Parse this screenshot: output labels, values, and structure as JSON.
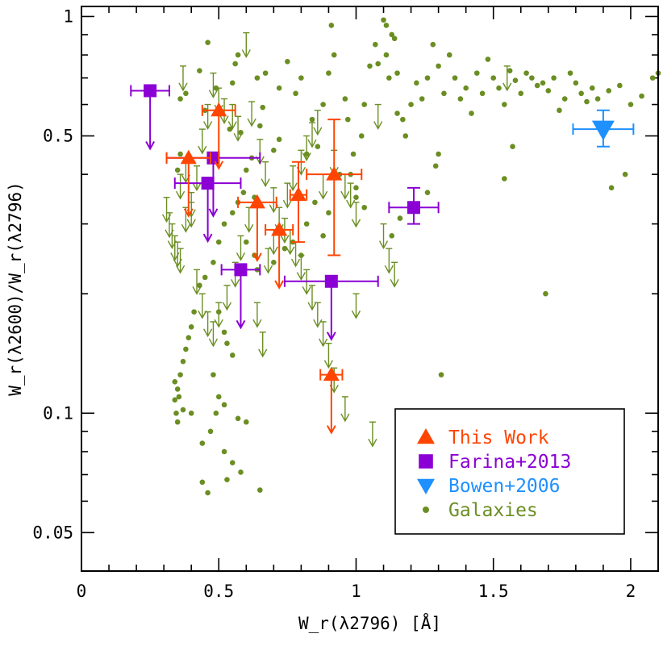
{
  "chart_data": {
    "type": "scatter",
    "xlabel": "W_r(λ2796) [Å]",
    "ylabel": "W_r(λ2600)/W_r(λ2796)",
    "x_axis": {
      "range": [
        0,
        2.1
      ],
      "ticks": [
        0,
        0.5,
        1,
        1.5,
        2
      ],
      "tick_labels": [
        "0",
        "0.5",
        "1",
        "1.5",
        "2"
      ],
      "minor_step": 0.1
    },
    "y_axis": {
      "scale": "log",
      "range": [
        0.04,
        1.06
      ],
      "ticks": [
        0.05,
        0.1,
        0.5,
        1
      ],
      "tick_labels": [
        "0.05",
        "0.1",
        "0.5",
        "1"
      ]
    },
    "legend": {
      "position": "bottom-right",
      "entries": [
        {
          "label": "This Work",
          "marker": "triangle-up",
          "color": "#ff4500"
        },
        {
          "label": "Farina+2013",
          "marker": "square",
          "color": "#8b00d4"
        },
        {
          "label": "Bowen+2006",
          "marker": "triangle-down",
          "color": "#1e90ff"
        },
        {
          "label": "Galaxies",
          "marker": "dot",
          "color": "#6b8e23"
        }
      ]
    },
    "series": [
      {
        "name": "This Work",
        "color": "#ff4500",
        "marker": "triangle-up",
        "points": [
          {
            "x": 0.5,
            "y": 0.58,
            "xerr": 0.06,
            "upper_limit": true
          },
          {
            "x": 0.39,
            "y": 0.44,
            "xerr": 0.08,
            "upper_limit": true
          },
          {
            "x": 0.64,
            "y": 0.34,
            "xerr": 0.07,
            "upper_limit": true
          },
          {
            "x": 0.72,
            "y": 0.29,
            "xerr": 0.05,
            "upper_limit": true
          },
          {
            "x": 0.79,
            "y": 0.355,
            "xerr": 0.03,
            "yerr": [
              0.27,
              0.43
            ]
          },
          {
            "x": 0.92,
            "y": 0.4,
            "xerr": 0.1,
            "yerr": [
              0.25,
              0.55
            ]
          },
          {
            "x": 0.91,
            "y": 0.125,
            "xerr": 0.04,
            "upper_limit": true
          }
        ]
      },
      {
        "name": "Farina+2013",
        "color": "#8b00d4",
        "marker": "square",
        "points": [
          {
            "x": 0.25,
            "y": 0.65,
            "xerr": 0.07,
            "upper_limit": true
          },
          {
            "x": 0.48,
            "y": 0.44,
            "xerr": 0.17,
            "upper_limit": true
          },
          {
            "x": 0.46,
            "y": 0.38,
            "xerr": 0.12,
            "upper_limit": true
          },
          {
            "x": 0.58,
            "y": 0.23,
            "xerr": 0.07,
            "upper_limit": true
          },
          {
            "x": 0.91,
            "y": 0.215,
            "xerr": 0.17,
            "upper_limit": true
          },
          {
            "x": 1.21,
            "y": 0.33,
            "xerr": 0.09,
            "yerr": [
              0.3,
              0.37
            ]
          }
        ]
      },
      {
        "name": "Bowen+2006",
        "color": "#1e90ff",
        "marker": "triangle-down",
        "points": [
          {
            "x": 1.9,
            "y": 0.52,
            "xerr": 0.11,
            "yerr": [
              0.47,
              0.58
            ]
          }
        ]
      },
      {
        "name": "Galaxies",
        "color": "#6b8e23",
        "marker": "dot",
        "points": [
          [
            0.35,
            0.41
          ],
          [
            0.36,
            0.45
          ],
          [
            0.36,
            0.62
          ],
          [
            0.38,
            0.64
          ],
          [
            0.43,
            0.73
          ],
          [
            0.46,
            0.86
          ],
          [
            0.45,
            0.58
          ],
          [
            0.49,
            0.66
          ],
          [
            0.54,
            0.52
          ],
          [
            0.55,
            0.68
          ],
          [
            0.56,
            0.76
          ],
          [
            0.57,
            0.8
          ],
          [
            0.58,
            0.51
          ],
          [
            0.6,
            0.41
          ],
          [
            0.62,
            0.44
          ],
          [
            0.63,
            0.35
          ],
          [
            0.65,
            0.53
          ],
          [
            0.66,
            0.59
          ],
          [
            0.7,
            0.46
          ],
          [
            0.72,
            0.49
          ],
          [
            0.75,
            0.77
          ],
          [
            0.78,
            0.64
          ],
          [
            0.8,
            0.7
          ],
          [
            0.82,
            0.45
          ],
          [
            0.84,
            0.55
          ],
          [
            0.86,
            0.47
          ],
          [
            0.88,
            0.6
          ],
          [
            0.9,
            0.72
          ],
          [
            0.92,
            0.8
          ],
          [
            0.91,
            0.95
          ],
          [
            0.94,
            0.4
          ],
          [
            0.96,
            0.62
          ],
          [
            0.97,
            0.55
          ],
          [
            0.99,
            0.45
          ],
          [
            1.0,
            0.37
          ],
          [
            1.02,
            0.5
          ],
          [
            1.03,
            0.6
          ],
          [
            1.05,
            0.75
          ],
          [
            1.07,
            0.85
          ],
          [
            1.08,
            0.76
          ],
          [
            1.1,
            0.98
          ],
          [
            1.11,
            0.8
          ],
          [
            1.12,
            0.7
          ],
          [
            1.13,
            0.9
          ],
          [
            1.15,
            0.72
          ],
          [
            1.17,
            0.55
          ],
          [
            1.18,
            0.5
          ],
          [
            1.2,
            0.6
          ],
          [
            1.22,
            0.68
          ],
          [
            1.24,
            0.62
          ],
          [
            1.26,
            0.7
          ],
          [
            1.28,
            0.85
          ],
          [
            1.3,
            0.75
          ],
          [
            1.32,
            0.64
          ],
          [
            1.34,
            0.8
          ],
          [
            1.36,
            0.7
          ],
          [
            1.38,
            0.62
          ],
          [
            1.4,
            0.66
          ],
          [
            1.42,
            0.57
          ],
          [
            1.44,
            0.72
          ],
          [
            1.46,
            0.64
          ],
          [
            1.48,
            0.78
          ],
          [
            1.5,
            0.7
          ],
          [
            1.52,
            0.66
          ],
          [
            1.54,
            0.6
          ],
          [
            1.56,
            0.73
          ],
          [
            1.58,
            0.69
          ],
          [
            1.6,
            0.64
          ],
          [
            1.62,
            0.72
          ],
          [
            1.64,
            0.7
          ],
          [
            1.66,
            0.67
          ],
          [
            1.68,
            0.68
          ],
          [
            1.7,
            0.65
          ],
          [
            1.72,
            0.7
          ],
          [
            1.74,
            0.58
          ],
          [
            1.76,
            0.62
          ],
          [
            1.78,
            0.72
          ],
          [
            1.8,
            0.68
          ],
          [
            1.82,
            0.64
          ],
          [
            1.84,
            0.61
          ],
          [
            1.86,
            0.66
          ],
          [
            1.88,
            0.62
          ],
          [
            1.92,
            0.65
          ],
          [
            1.96,
            0.67
          ],
          [
            2.0,
            0.6
          ],
          [
            2.04,
            0.63
          ],
          [
            2.08,
            0.7
          ],
          [
            2.1,
            0.72
          ],
          [
            1.98,
            0.4
          ],
          [
            1.93,
            0.37
          ],
          [
            1.54,
            0.39
          ],
          [
            1.57,
            0.47
          ],
          [
            1.3,
            0.45
          ],
          [
            1.29,
            0.42
          ],
          [
            1.26,
            0.36
          ],
          [
            1.16,
            0.31
          ],
          [
            1.13,
            0.28
          ],
          [
            1.69,
            0.2
          ],
          [
            1.31,
            0.125
          ],
          [
            0.6,
            0.27
          ],
          [
            0.63,
            0.25
          ],
          [
            0.64,
            0.23
          ],
          [
            0.7,
            0.24
          ],
          [
            0.74,
            0.26
          ],
          [
            0.77,
            0.27
          ],
          [
            0.8,
            0.25
          ],
          [
            0.82,
            0.3
          ],
          [
            0.85,
            0.34
          ],
          [
            0.88,
            0.28
          ],
          [
            0.9,
            0.32
          ],
          [
            0.5,
            0.27
          ],
          [
            0.52,
            0.3
          ],
          [
            0.55,
            0.32
          ],
          [
            0.57,
            0.34
          ],
          [
            0.59,
            0.36
          ],
          [
            0.48,
            0.24
          ],
          [
            0.45,
            0.22
          ],
          [
            0.43,
            0.21
          ],
          [
            0.41,
            0.18
          ],
          [
            0.4,
            0.165
          ],
          [
            0.39,
            0.155
          ],
          [
            0.38,
            0.145
          ],
          [
            0.37,
            0.135
          ],
          [
            0.36,
            0.125
          ],
          [
            0.35,
            0.115
          ],
          [
            0.355,
            0.11
          ],
          [
            0.34,
            0.108
          ],
          [
            0.345,
            0.1
          ],
          [
            0.37,
            0.102
          ],
          [
            0.35,
            0.095
          ],
          [
            0.5,
            0.18
          ],
          [
            0.52,
            0.16
          ],
          [
            0.53,
            0.15
          ],
          [
            0.55,
            0.14
          ],
          [
            0.48,
            0.125
          ],
          [
            0.5,
            0.11
          ],
          [
            0.52,
            0.105
          ],
          [
            0.49,
            0.1
          ],
          [
            0.57,
            0.097
          ],
          [
            0.6,
            0.095
          ],
          [
            0.52,
            0.08
          ],
          [
            0.55,
            0.075
          ],
          [
            0.53,
            0.068
          ],
          [
            0.58,
            0.071
          ],
          [
            0.44,
            0.067
          ],
          [
            0.46,
            0.063
          ],
          [
            0.65,
            0.064
          ],
          [
            0.47,
            0.09
          ],
          [
            0.44,
            0.084
          ],
          [
            1.15,
            0.57
          ],
          [
            1.11,
            0.95
          ],
          [
            1.14,
            0.88
          ],
          [
            1.03,
            0.33
          ],
          [
            1.0,
            0.35
          ],
          [
            0.98,
            0.4
          ],
          [
            0.4,
            0.1
          ],
          [
            0.34,
            0.12
          ],
          [
            0.72,
            0.66
          ],
          [
            0.67,
            0.72
          ],
          [
            0.64,
            0.7
          ]
        ]
      },
      {
        "name": "Galaxies (upper limits)",
        "color": "#6b8e23",
        "marker": "arrow-down",
        "points": [
          [
            0.37,
            0.75
          ],
          [
            0.31,
            0.35
          ],
          [
            0.32,
            0.32
          ],
          [
            0.33,
            0.3
          ],
          [
            0.34,
            0.28
          ],
          [
            0.35,
            0.27
          ],
          [
            0.36,
            0.26
          ],
          [
            0.38,
            0.33
          ],
          [
            0.4,
            0.34
          ],
          [
            0.42,
            0.23
          ],
          [
            0.44,
            0.2
          ],
          [
            0.46,
            0.18
          ],
          [
            0.48,
            0.17
          ],
          [
            0.5,
            0.19
          ],
          [
            0.53,
            0.21
          ],
          [
            0.56,
            0.24
          ],
          [
            0.58,
            0.28
          ],
          [
            0.61,
            0.33
          ],
          [
            0.64,
            0.19
          ],
          [
            0.66,
            0.16
          ],
          [
            0.68,
            0.26
          ],
          [
            0.7,
            0.29
          ],
          [
            0.75,
            0.38
          ],
          [
            0.77,
            0.42
          ],
          [
            0.8,
            0.46
          ],
          [
            0.82,
            0.5
          ],
          [
            0.84,
            0.54
          ],
          [
            0.86,
            0.58
          ],
          [
            0.88,
            0.4
          ],
          [
            0.92,
            0.46
          ],
          [
            0.96,
            0.4
          ],
          [
            0.98,
            0.38
          ],
          [
            1.0,
            0.34
          ],
          [
            0.4,
            0.36
          ],
          [
            0.42,
            0.42
          ],
          [
            0.44,
            0.52
          ],
          [
            0.46,
            0.6
          ],
          [
            0.48,
            0.72
          ],
          [
            0.5,
            0.66
          ],
          [
            0.52,
            0.62
          ],
          [
            0.55,
            0.6
          ],
          [
            0.57,
            0.56
          ],
          [
            0.6,
            0.91
          ],
          [
            0.62,
            0.61
          ],
          [
            0.65,
            0.49
          ],
          [
            0.67,
            0.43
          ],
          [
            0.7,
            0.37
          ],
          [
            0.72,
            0.33
          ],
          [
            0.74,
            0.31
          ],
          [
            0.76,
            0.29
          ],
          [
            0.78,
            0.27
          ],
          [
            0.8,
            0.25
          ],
          [
            0.82,
            0.23
          ],
          [
            0.84,
            0.21
          ],
          [
            0.86,
            0.19
          ],
          [
            0.88,
            0.17
          ],
          [
            0.9,
            0.15
          ],
          [
            0.92,
            0.13
          ],
          [
            0.96,
            0.11
          ],
          [
            1.0,
            0.2
          ],
          [
            1.06,
            0.095
          ],
          [
            1.08,
            0.6
          ],
          [
            1.1,
            0.3
          ],
          [
            1.12,
            0.26
          ],
          [
            1.14,
            0.24
          ],
          [
            1.55,
            0.75
          ],
          [
            0.36,
            0.4
          ],
          [
            0.38,
            0.44
          ]
        ]
      }
    ]
  }
}
